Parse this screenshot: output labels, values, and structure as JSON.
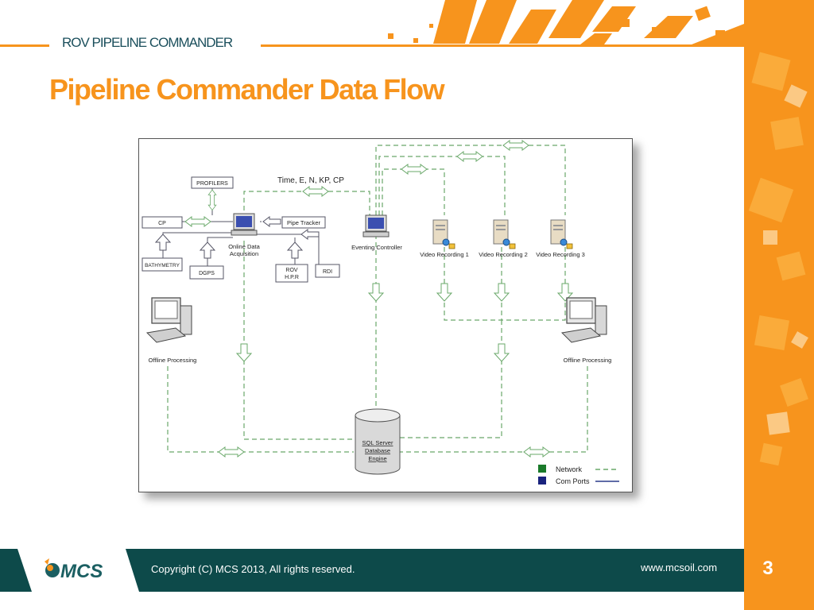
{
  "slide": {
    "header_label": "ROV PIPELINE COMMANDER",
    "title": "Pipeline Commander Data Flow",
    "colors": {
      "accent": "#f7941d",
      "footer": "#0d4a4a",
      "network_line": "#6aa86a",
      "com_line": "#2a3a8a"
    }
  },
  "diagram": {
    "annotation": "Time, E, N, KP, CP",
    "nodes": {
      "profilers": "PROFILERS",
      "cp": "CP",
      "bathymetry": "BATHYMETRY",
      "dgps": "DGPS",
      "pipe_tracker": "Pipe Tracker",
      "rov": "ROV",
      "hpr": "H.P.R",
      "rdi": "RDI",
      "online_1": "Online Data",
      "online_2": "Acquisition",
      "eventing": "Eventing Controller",
      "video1": "Video Recording 1",
      "video2": "Video Recording 2",
      "video3": "Video Recording 3",
      "offline_left": "Offline Processing",
      "offline_right": "Offline Processing",
      "db_1": "SQL Server",
      "db_2": "Database",
      "db_3": "Engine"
    },
    "legend": {
      "network": "Network",
      "com_ports": "Com Ports"
    }
  },
  "footer": {
    "logo_text": "MCS",
    "copyright": "Copyright (C) MCS 2013, All rights reserved.",
    "website": "www.mcsoil.com",
    "page_number": "3"
  }
}
